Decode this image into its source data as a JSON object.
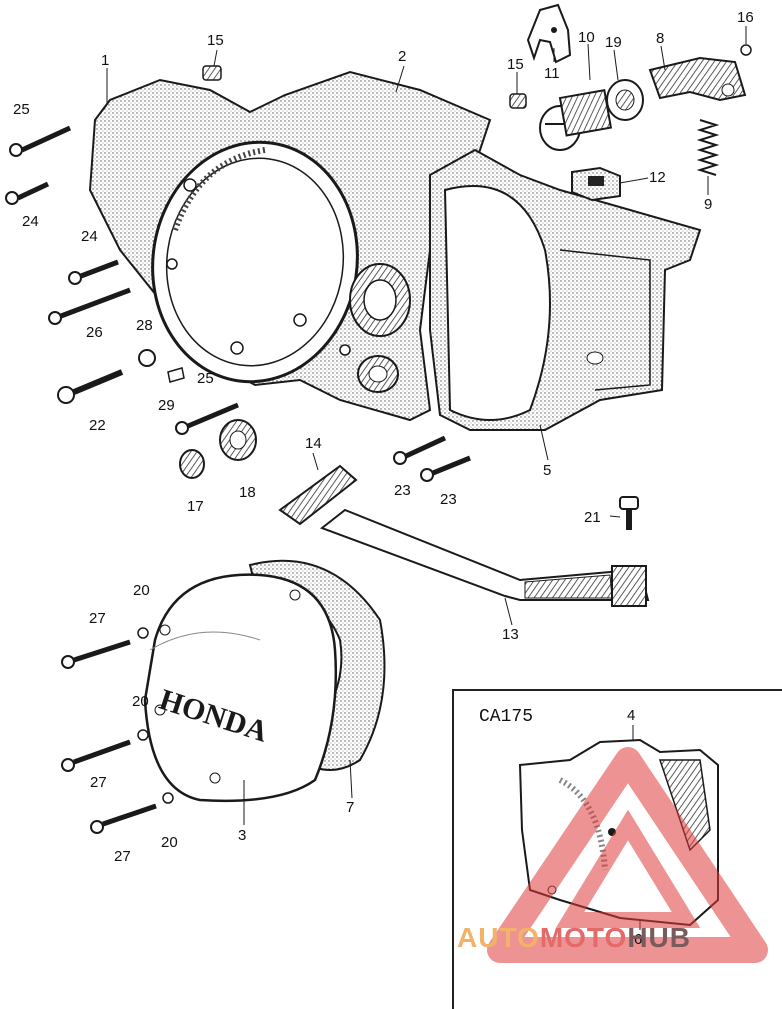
{
  "part_labels": [
    "1",
    "2",
    "3",
    "4",
    "5",
    "6",
    "7",
    "8",
    "9",
    "10",
    "11",
    "12",
    "13",
    "14",
    "15",
    "15",
    "16",
    "17",
    "18",
    "19",
    "20",
    "20",
    "20",
    "21",
    "22",
    "23",
    "23",
    "24",
    "24",
    "25",
    "25",
    "26",
    "27",
    "27",
    "27",
    "28",
    "29"
  ],
  "inset": {
    "title": "CA175"
  },
  "watermark": {
    "part1": "AUTO",
    "part2": "MOTO",
    "part3": "HUB"
  },
  "brand_text": "HONDA",
  "colors": {
    "line": "#1a1a1a",
    "watermark_red": "#e03b3b",
    "watermark_orange": "#f2b26b"
  }
}
